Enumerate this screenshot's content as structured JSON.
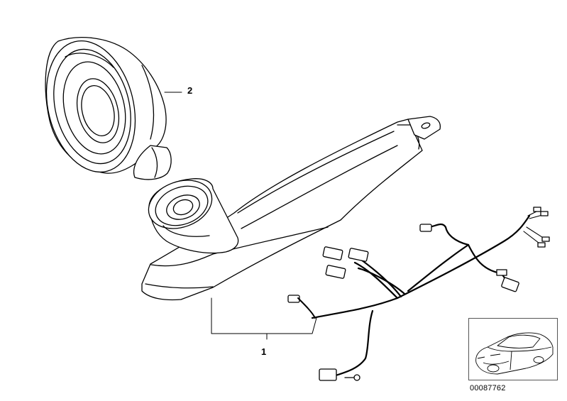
{
  "callouts": [
    {
      "id": "1",
      "text": "1"
    },
    {
      "id": "2",
      "text": "2"
    }
  ],
  "reference_number": "00087762",
  "colors": {
    "line": "#000000",
    "background": "#ffffff"
  }
}
